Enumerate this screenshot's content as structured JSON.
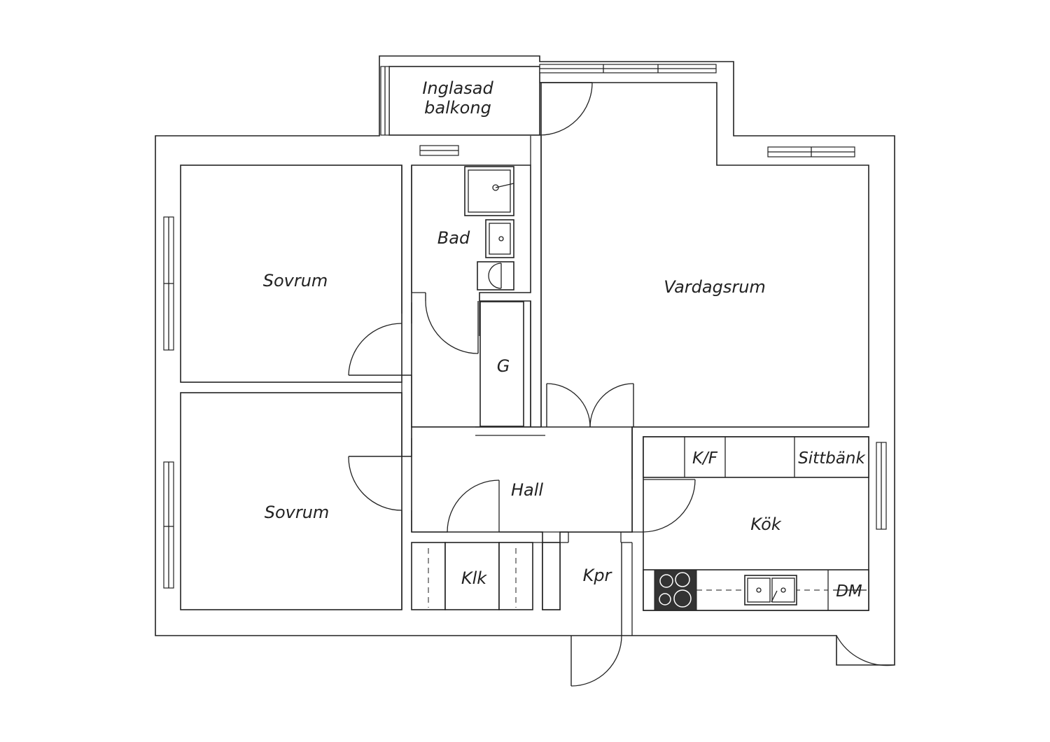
{
  "rooms": {
    "balcony_line1": "Inglasad",
    "balcony_line2": "balkong",
    "bedroom_top": "Sovrum",
    "bedroom_bottom": "Sovrum",
    "bathroom": "Bad",
    "closet_g": "G",
    "living_room": "Vardagsrum",
    "hall": "Hall",
    "closet_klk": "Klk",
    "closet_kpr": "Kpr",
    "kitchen": "Kök",
    "fridge_freezer": "K/F",
    "bench": "Sittbänk",
    "dishwasher": "DM"
  },
  "colors": {
    "line": "#222222",
    "background": "#ffffff",
    "stove": "#333333"
  }
}
